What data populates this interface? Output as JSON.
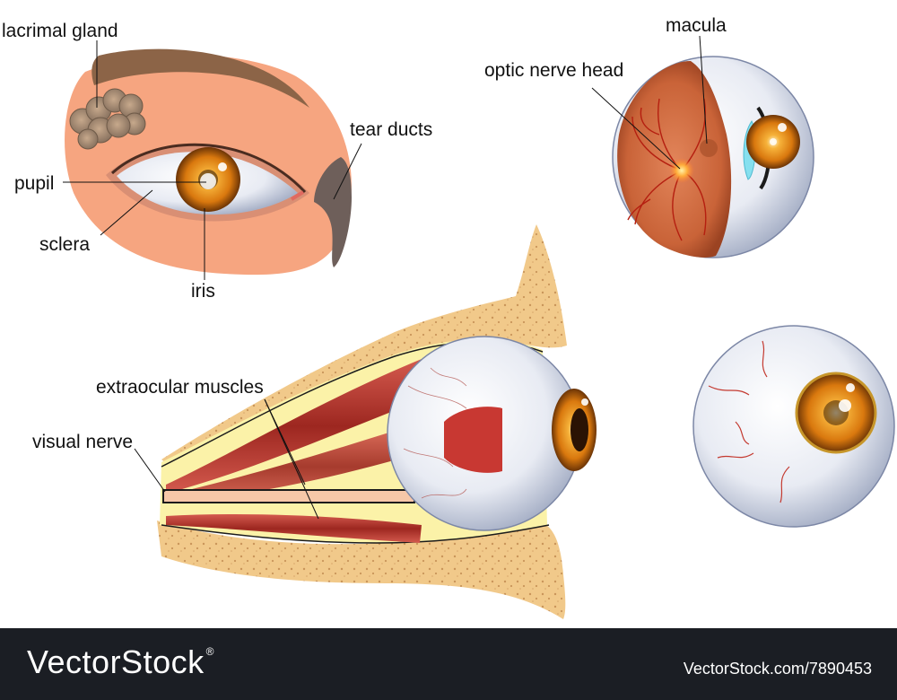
{
  "labels": {
    "lacrimal_gland": "lacrimal gland",
    "pupil": "pupil",
    "sclera": "sclera",
    "iris": "iris",
    "tear_ducts": "tear ducts",
    "macula": "macula",
    "optic_nerve_head": "optic nerve head",
    "extraocular_muscles": "extraocular muscles",
    "visual_nerve": "visual nerve"
  },
  "footer": {
    "brand": "VectorStock",
    "brand_mark": "®",
    "url": "VectorStock.com/7890453"
  },
  "colors": {
    "skin": "#f6a580",
    "eyebrow": "#8c6447",
    "iris": "#e08a12",
    "retina": "#d06a40",
    "bone": "#f1c98a",
    "fat": "#fbf2a8",
    "muscle": "#b8332a",
    "sclera": "#e4e8f2",
    "footer_bg": "#1b1e24"
  }
}
